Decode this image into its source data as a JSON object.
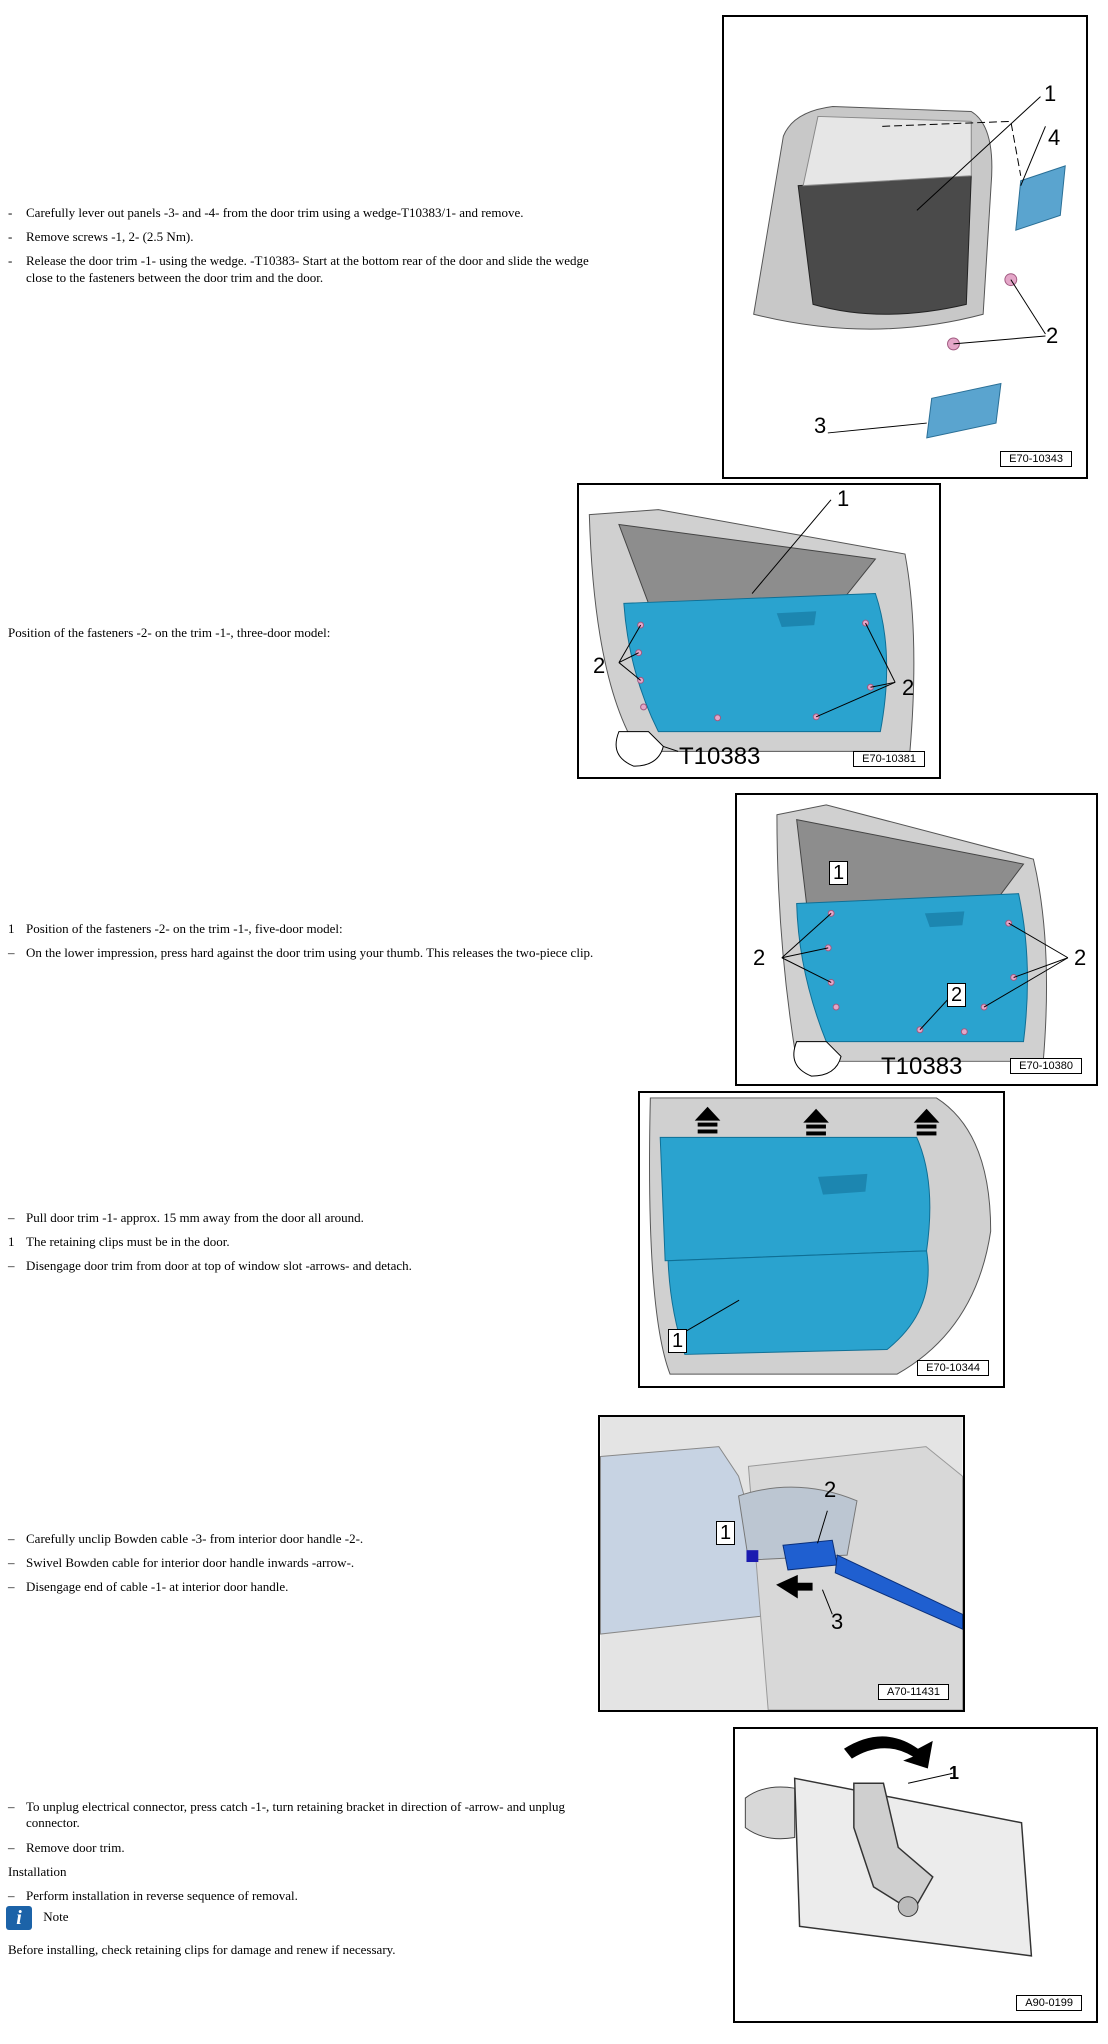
{
  "step1": {
    "lines": [
      "Carefully lever out panels -3- and -4- from the door trim using a wedge-T10383/1- and remove.",
      "Remove screws -1, 2- (2.5 Nm).",
      "Release the door trim -1- using the wedge. -T10383- Start at the bottom rear of the door and slide the wedge",
      "close to the fasteners between the door trim and the door."
    ],
    "figure": {
      "label": "E70-10343",
      "callouts": [
        "1",
        "4",
        "2",
        "3"
      ]
    }
  },
  "step2": {
    "text": "Position of the fasteners -2- on the trim -1-, three-door model:",
    "figure": {
      "label": "E70-10381",
      "callouts": [
        "1",
        "2",
        "2"
      ],
      "tool": "T10383"
    }
  },
  "step3": {
    "marker": "1",
    "text": "Position of the fasteners -2- on the trim -1-, five-door model:",
    "line2": "On the lower impression, press hard against the door trim using your thumb. This releases the two-piece clip.",
    "figure": {
      "label": "E70-10380",
      "callouts": [
        "1",
        "2",
        "2",
        "2"
      ],
      "tool": "T10383"
    }
  },
  "step4": {
    "line1": "Pull door trim -1- approx. 15 mm away from the door all around.",
    "marker": "1",
    "line2": "The retaining clips must be in the door.",
    "line3": "Disengage door trim from door at top of window slot -arrows- and detach.",
    "figure": {
      "label": "E70-10344",
      "callouts": [
        "1"
      ]
    }
  },
  "step5": {
    "lines": [
      "Carefully unclip Bowden cable -3- from interior door handle -2-.",
      "Swivel Bowden cable for interior door handle inwards -arrow-.",
      "Disengage end of cable -1- at interior door handle."
    ],
    "figure": {
      "label": "A70-11431",
      "callouts": [
        "2",
        "1",
        "3"
      ]
    }
  },
  "step6": {
    "line1": "To unplug electrical connector, press catch -1-, turn retaining bracket in direction of -arrow- and unplug",
    "line1b": "connector.",
    "line2": "Remove door trim.",
    "heading": "Installation",
    "line3": "Perform installation in reverse sequence of removal.",
    "note_label": "Note",
    "note_text": "Before installing, check retaining clips for damage and renew if necessary.",
    "figure": {
      "label": "A90-0199",
      "callouts": [
        "1"
      ]
    }
  },
  "colors": {
    "trim_blue": "#2aa3cf",
    "panel_blue": "#5aa4cf",
    "note_icon": "#1c63a8",
    "door_grey": "#c8c8c8"
  },
  "icons": {
    "note": "info-icon"
  }
}
